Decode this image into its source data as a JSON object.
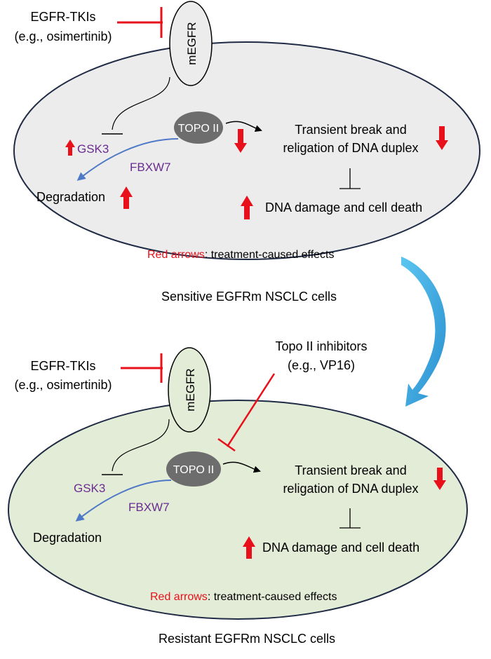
{
  "colors": {
    "red": "#e8101b",
    "purple": "#6a2c91",
    "blue_arrow": "#4e79c6",
    "topo_fill": "#6d6d6d",
    "sensitive_cell_fill": "#ececec",
    "resistant_cell_fill": "#e3ecd6",
    "curved_arrow_light": "#5cc6f0",
    "curved_arrow_dark": "#2a8fd0"
  },
  "icons": {
    "inhibition": "t-bar-icon",
    "up": "red-up-arrow-icon",
    "down": "red-down-arrow-icon",
    "transition": "curved-blue-arrow-icon"
  },
  "panels": [
    {
      "tki_label_line1": "EGFR-TKIs",
      "tki_label_line2": "(e.g., osimertinib)",
      "receptor_label": "mEGFR",
      "topo_label": "TOPO II",
      "gsk3_label": "GSK3",
      "fbxw7_label": "FBXW7",
      "degradation_label": "Degradation",
      "break_line1": "Transient break and",
      "break_line2": "religation of DNA duplex",
      "damage_label": "DNA damage and cell death",
      "legend_red": "Red arrows",
      "legend_rest": ": treatment-caused effects",
      "caption": "Sensitive EGFRm NSCLC cells"
    },
    {
      "tki_label_line1": "EGFR-TKIs",
      "tki_label_line2": "(e.g., osimertinib)",
      "topo_inhibitor_line1": "Topo II inhibitors",
      "topo_inhibitor_line2": "(e.g., VP16)",
      "receptor_label": "mEGFR",
      "topo_label": "TOPO II",
      "gsk3_label": "GSK3",
      "fbxw7_label": "FBXW7",
      "degradation_label": "Degradation",
      "break_line1": "Transient break and",
      "break_line2": "religation of DNA duplex",
      "damage_label": "DNA damage and cell death",
      "legend_red": "Red arrows",
      "legend_rest": ": treatment-caused effects",
      "caption": "Resistant EGFRm NSCLC cells"
    }
  ]
}
